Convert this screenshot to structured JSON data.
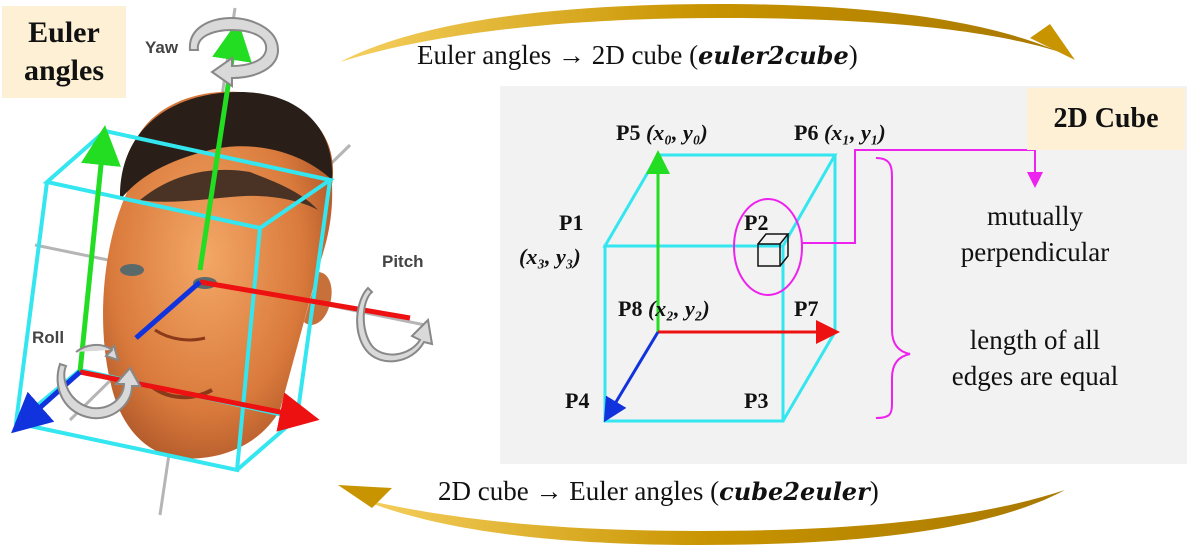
{
  "labels": {
    "euler_tag_line1": "Euler",
    "euler_tag_line2": "angles",
    "cube_tag": "2D Cube",
    "yaw": "Yaw",
    "pitch": "Pitch",
    "roll": "Roll"
  },
  "arrows": {
    "top_prefix": "Euler angles → 2D cube (",
    "top_fn": "euler2cube",
    "top_suffix": ")",
    "bottom_prefix": "2D cube → Euler angles (",
    "bottom_fn": "cube2euler",
    "bottom_suffix": ")"
  },
  "points": {
    "p1": "P1",
    "p2": "P2",
    "p3": "P3",
    "p4": "P4",
    "p5": "P5",
    "p6": "P6",
    "p7": "P7",
    "p8": "P8"
  },
  "coords": {
    "p5": "(x₀, y₀)",
    "p6": "(x₁, y₁)",
    "p8": "(x₂, y₂)",
    "p1": "(x₃, y₃)"
  },
  "notes": {
    "perp_line1": "mutually",
    "perp_line2": "perpendicular",
    "equal_line1": "length of all",
    "equal_line2": "edges are equal"
  },
  "colors": {
    "cube_edge": "#33e6f0",
    "axis_green": "#22dd22",
    "axis_red": "#ee1111",
    "axis_blue": "#1133dd",
    "annotation": "#ee22ee",
    "gold_arrow": "#c89400",
    "tag_bg": "#fdf0d5",
    "panel_bg": "#f2f2f2"
  }
}
